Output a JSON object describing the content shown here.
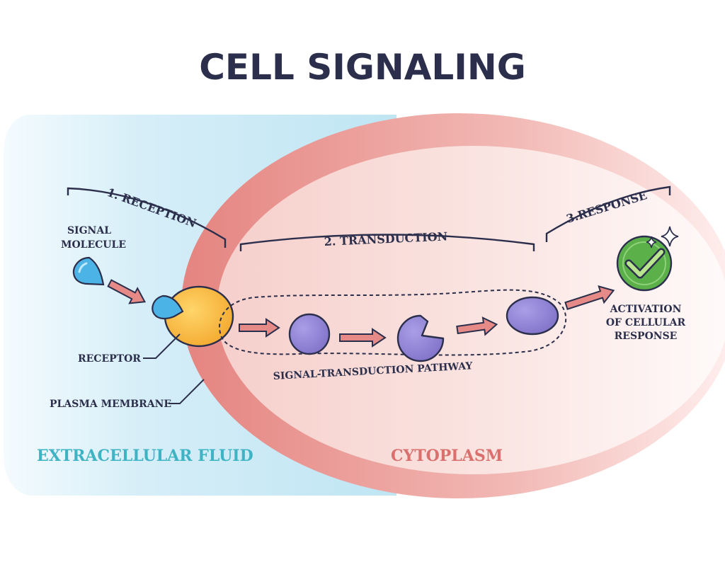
{
  "title": "CELL SIGNALING",
  "stages": {
    "reception": "1. RECEPTION",
    "transduction": "2. TRANSDUCTION",
    "response": "3.RESPONSE"
  },
  "labels": {
    "signal_molecule_1": "SIGNAL",
    "signal_molecule_2": "MOLECULE",
    "receptor": "RECEPTOR",
    "plasma_membrane": "PLASMA MEMBRANE",
    "pathway": "SIGNAL-TRANSDUCTION PATHWAY",
    "activation_1": "ACTIVATION",
    "activation_2": "OF CELLULAR",
    "activation_3": "RESPONSE"
  },
  "regions": {
    "extracellular": "EXTRACELLULAR FLUID",
    "cytoplasm": "CYTOPLASM"
  },
  "colors": {
    "title": "#2c2f4c",
    "extracellular_text": "#3fb3c4",
    "cytoplasm_text": "#d9706d",
    "membrane": "#e5908c",
    "arrow": "#e58a86",
    "protein": "#8c7fd4",
    "receptor": "#f6b73c",
    "signal": "#4bb3e6",
    "check": "#5bb04a"
  }
}
